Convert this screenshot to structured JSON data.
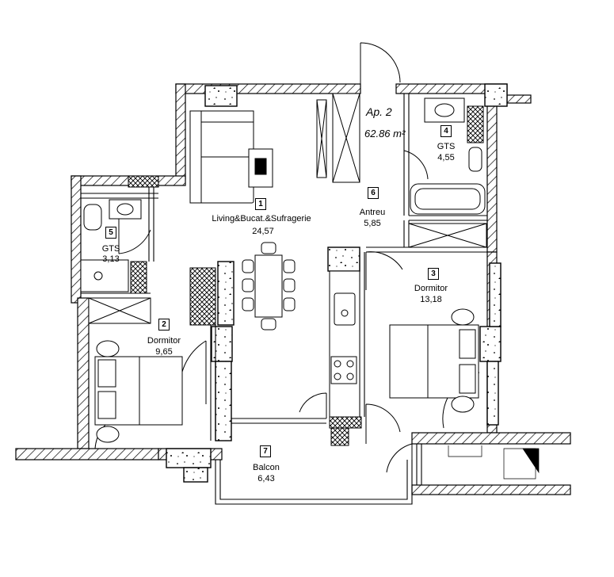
{
  "apartment": {
    "title": "Ap. 2",
    "area": "62.86 m²"
  },
  "rooms": [
    {
      "id": "1",
      "name": "Living&Bucat.&Sufragerie",
      "area": "24,57"
    },
    {
      "id": "2",
      "name": "Dormitor",
      "area": "9,65"
    },
    {
      "id": "3",
      "name": "Dormitor",
      "area": "13,18"
    },
    {
      "id": "4",
      "name": "GTS",
      "area": "4,55"
    },
    {
      "id": "5",
      "name": "GTS",
      "area": "3,13"
    },
    {
      "id": "6",
      "name": "Antreu",
      "area": "5,85"
    },
    {
      "id": "7",
      "name": "Balcon",
      "area": "6,43"
    }
  ],
  "colors": {
    "line": "#000000",
    "hatch": "#000000",
    "background": "#ffffff"
  }
}
